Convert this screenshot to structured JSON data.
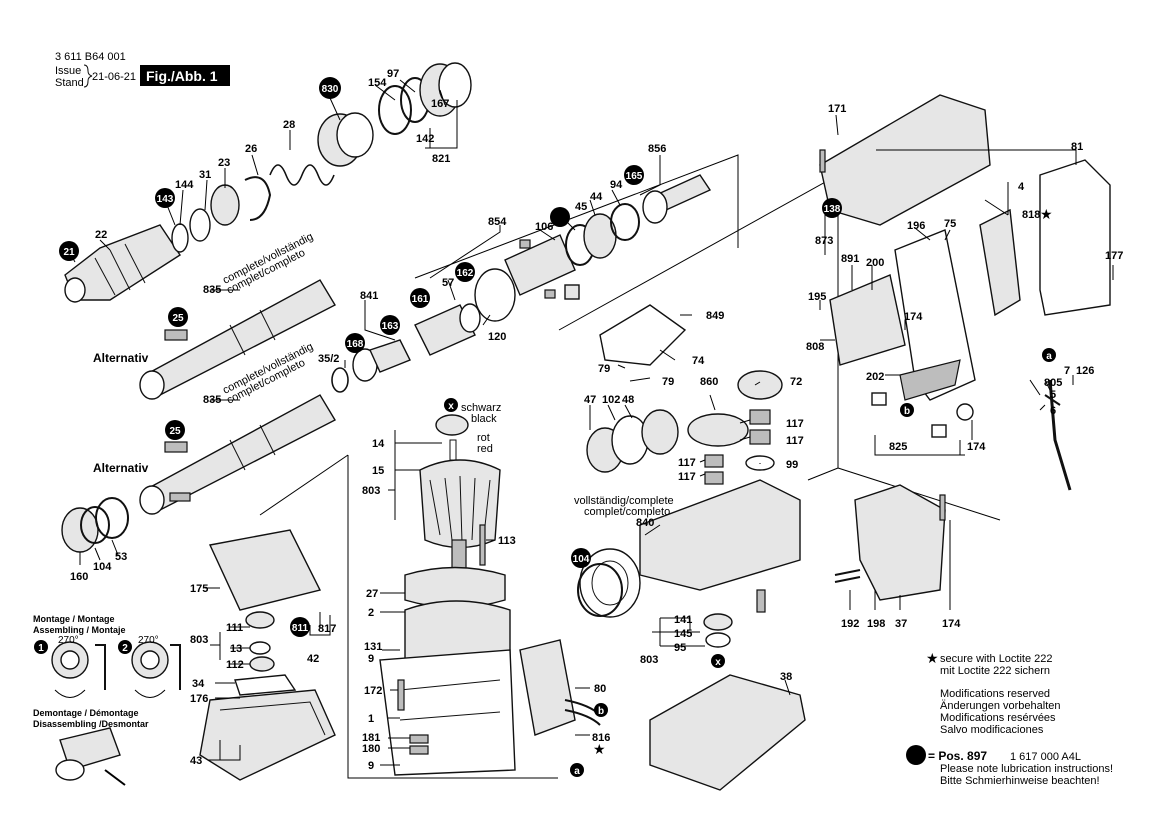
{
  "header": {
    "doc_number": "3 611 B64 001",
    "issue_label": "Issue",
    "stand_label": "Stand",
    "date": "21-06-21",
    "fig_label": "Fig./Abb. 1"
  },
  "callouts": [
    "830",
    "143",
    "21",
    "25",
    "25",
    "161",
    "162",
    "163",
    "168",
    "165",
    "104",
    "811",
    "138",
    "1",
    "2"
  ],
  "numbers": {
    "n97": "97",
    "n154": "154",
    "n167": "167",
    "n142": "142",
    "n821": "821",
    "n28": "28",
    "n26": "26",
    "n23": "23",
    "n31": "31",
    "n144": "144",
    "n22": "22",
    "n835a": "835",
    "n835b": "835",
    "n856": "856",
    "n94": "94",
    "n44": "44",
    "n45": "45",
    "n106": "106",
    "n854": "854",
    "n57": "57",
    "n120": "120",
    "n841": "841",
    "n35_2": "35/2",
    "n849": "849",
    "n74": "74",
    "n79a": "79",
    "n79b": "79",
    "n860": "860",
    "n72": "72",
    "n47": "47",
    "n102": "102",
    "n48": "48",
    "n117a": "117",
    "n117b": "117",
    "n117c": "117",
    "n117d": "117",
    "n99": "99",
    "n14": "14",
    "n15": "15",
    "n803a": "803",
    "n803b": "803",
    "n803c": "803",
    "n113": "113",
    "n27": "27",
    "n2": "2",
    "n131": "131",
    "n9a": "9",
    "n9b": "9",
    "n172": "172",
    "n1": "1",
    "n181": "181",
    "n180": "180",
    "n80": "80",
    "n816": "816",
    "n38": "38",
    "n141": "141",
    "n145": "145",
    "n95": "95",
    "n840": "840",
    "n175": "175",
    "n111": "111",
    "n13": "13",
    "n112": "112",
    "n817": "817",
    "n42": "42",
    "n34": "34",
    "n176": "176",
    "n43": "43",
    "n160": "160",
    "n104": "104",
    "n53": "53",
    "n171": "171",
    "n873": "873",
    "n81": "81",
    "n4": "4",
    "n818": "818",
    "n196": "196",
    "n75": "75",
    "n891": "891",
    "n200": "200",
    "n177": "177",
    "n195": "195",
    "n174a": "174",
    "n174b": "174",
    "n174c": "174",
    "n808": "808",
    "n202": "202",
    "n825": "825",
    "n805": "805",
    "n5": "5",
    "n7": "7",
    "n126": "126",
    "n6": "6",
    "n192": "192",
    "n198": "198",
    "n37": "37"
  },
  "labels": {
    "alternativ_1": "Alternativ",
    "alternativ_2": "Alternativ",
    "complete_a1": "complete/vollständig",
    "complete_a2": "complet/completo",
    "complete_b1": "complete/vollständig",
    "complete_b2": "complet/completo",
    "vollst_1": "vollständig/complete",
    "vollst_2": "complet/completo",
    "schwarz": "schwarz",
    "black": "black",
    "rot": "rot",
    "red": "red",
    "letter_x1": "x",
    "letter_x2": "x",
    "letter_a1": "a",
    "letter_a2": "a",
    "letter_b1": "b",
    "letter_b2": "b",
    "montage_1": "Montage / Montage",
    "montage_2": "Assembling / Montaje",
    "deg_1": "270°",
    "deg_2": "270°",
    "demontage_1": "Demontage / Démontage",
    "demontage_2": "Disassembling /Desmontar"
  },
  "notes": {
    "loctite_1": "secure with Loctite 222",
    "loctite_2": "mit Loctite 222 sichern",
    "mod_1": "Modifications reserved",
    "mod_2": "Änderungen vorbehalten",
    "mod_3": "Modifications resérvées",
    "mod_4": "Salvo modificaciones",
    "pos_label": "= Pos. 897",
    "pos_number": "1 617 000 A4L",
    "lub_1": "Please note lubrication instructions!",
    "lub_2": "Bitte Schmierhinweise beachten!"
  },
  "icons": [
    "black-dot-callout-icon",
    "star-icon",
    "rotation-arrow-icon"
  ]
}
